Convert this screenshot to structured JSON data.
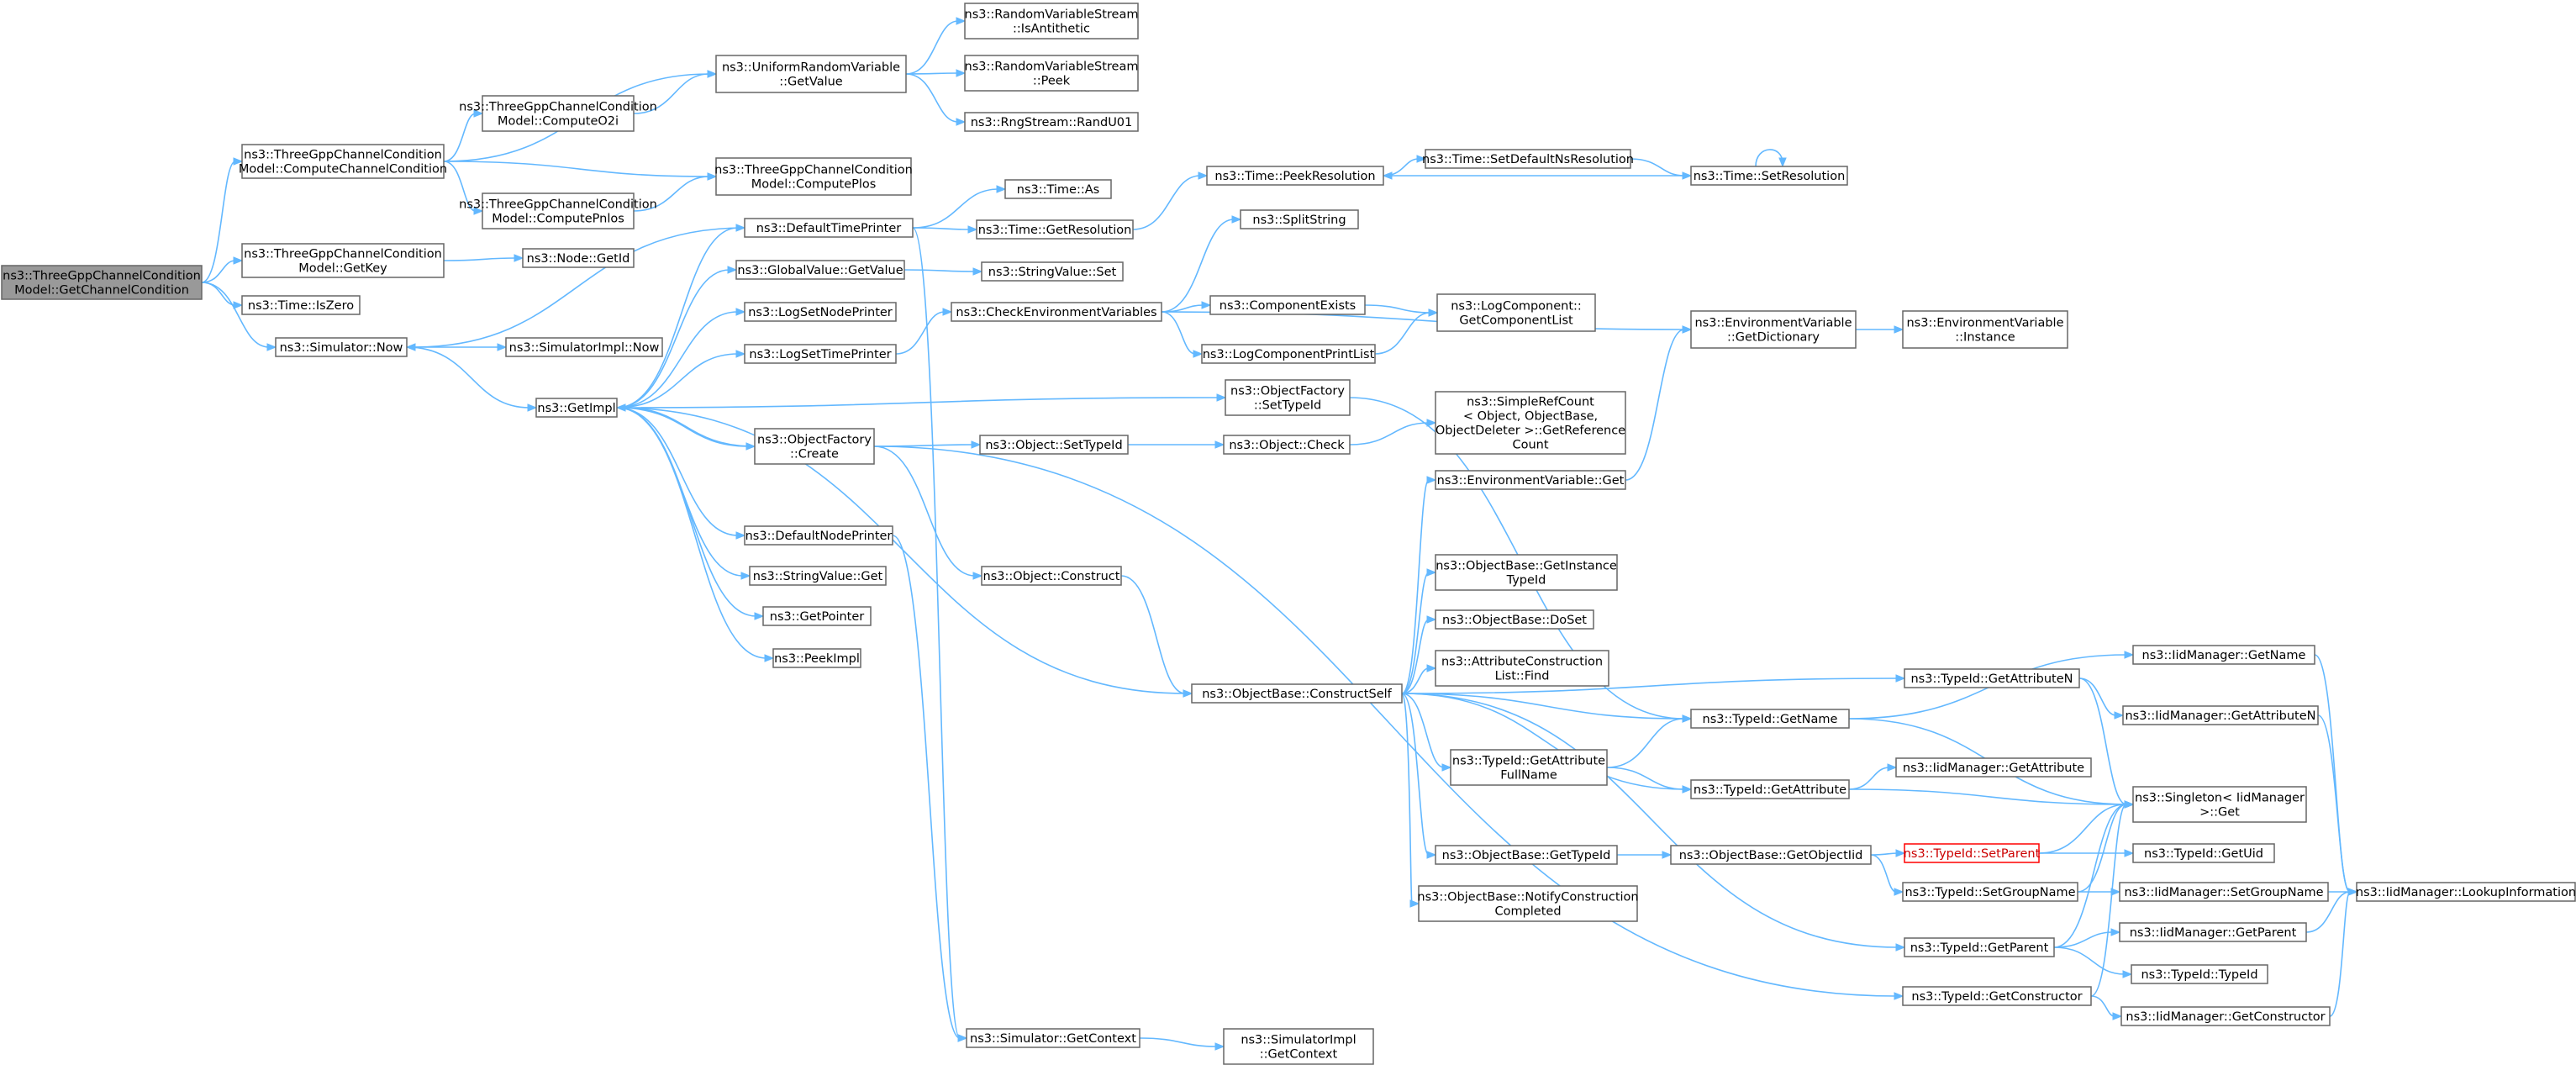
{
  "colors": {
    "edge": "#63b8ff",
    "root_fill": "#999999",
    "border": "#666666",
    "highlight_border": "#ff0000"
  },
  "nodes": {
    "n_root": {
      "lines": [
        "ns3::ThreeGppChannelCondition",
        "Model::GetChannelCondition"
      ]
    },
    "n_cc": {
      "lines": [
        "ns3::ThreeGppChannelCondition",
        "Model::ComputeChannelCondition"
      ]
    },
    "n_getkey": {
      "lines": [
        "ns3::ThreeGppChannelCondition",
        "Model::GetKey"
      ]
    },
    "n_iszero": {
      "lines": [
        "ns3::Time::IsZero"
      ]
    },
    "n_simnow": {
      "lines": [
        "ns3::Simulator::Now"
      ]
    },
    "n_o2i": {
      "lines": [
        "ns3::ThreeGppChannelCondition",
        "Model::ComputeO2i"
      ]
    },
    "n_pnlos": {
      "lines": [
        "ns3::ThreeGppChannelCondition",
        "Model::ComputePnlos"
      ]
    },
    "n_urv": {
      "lines": [
        "ns3::UniformRandomVariable",
        "::GetValue"
      ]
    },
    "n_pplos": {
      "lines": [
        "ns3::ThreeGppChannelCondition",
        "Model::ComputePlos"
      ]
    },
    "n_nodeid": {
      "lines": [
        "ns3::Node::GetId"
      ]
    },
    "n_simimplnow": {
      "lines": [
        "ns3::SimulatorImpl::Now"
      ]
    },
    "n_getimpl": {
      "lines": [
        "ns3::GetImpl"
      ]
    },
    "n_anti": {
      "lines": [
        "ns3::RandomVariableStream",
        "::IsAntithetic"
      ]
    },
    "n_peek": {
      "lines": [
        "ns3::RandomVariableStream",
        "::Peek"
      ]
    },
    "n_rand": {
      "lines": [
        "ns3::RngStream::RandU01"
      ]
    },
    "n_dtp": {
      "lines": [
        "ns3::DefaultTimePrinter"
      ]
    },
    "n_gvget": {
      "lines": [
        "ns3::GlobalValue::GetValue"
      ]
    },
    "n_lsnp": {
      "lines": [
        "ns3::LogSetNodePrinter"
      ]
    },
    "n_lstp": {
      "lines": [
        "ns3::LogSetTimePrinter"
      ]
    },
    "n_ofcreate": {
      "lines": [
        "ns3::ObjectFactory",
        "::Create"
      ]
    },
    "n_dnp": {
      "lines": [
        "ns3::DefaultNodePrinter"
      ]
    },
    "n_svget": {
      "lines": [
        "ns3::StringValue::Get"
      ]
    },
    "n_getptr": {
      "lines": [
        "ns3::GetPointer"
      ]
    },
    "n_peekimpl": {
      "lines": [
        "ns3::PeekImpl"
      ]
    },
    "n_timeas": {
      "lines": [
        "ns3::Time::As"
      ]
    },
    "n_getres": {
      "lines": [
        "ns3::Time::GetResolution"
      ]
    },
    "n_svset": {
      "lines": [
        "ns3::StringValue::Set"
      ]
    },
    "n_cev": {
      "lines": [
        "ns3::CheckEnvironmentVariables"
      ]
    },
    "n_objsettid": {
      "lines": [
        "ns3::Object::SetTypeId"
      ]
    },
    "n_objconstruct": {
      "lines": [
        "ns3::Object::Construct"
      ]
    },
    "n_simgetctx": {
      "lines": [
        "ns3::Simulator::GetContext"
      ]
    },
    "n_peekres": {
      "lines": [
        "ns3::Time::PeekResolution"
      ]
    },
    "n_setdefres": {
      "lines": [
        "ns3::Time::SetDefaultNsResolution"
      ]
    },
    "n_setres": {
      "lines": [
        "ns3::Time::SetResolution"
      ]
    },
    "n_split": {
      "lines": [
        "ns3::SplitString"
      ]
    },
    "n_compexists": {
      "lines": [
        "ns3::ComponentExists"
      ]
    },
    "n_lcpl": {
      "lines": [
        "ns3::LogComponentPrintList"
      ]
    },
    "n_lcgcl": {
      "lines": [
        "ns3::LogComponent::",
        "GetComponentList"
      ]
    },
    "n_evgetdict": {
      "lines": [
        "ns3::EnvironmentVariable",
        "::GetDictionary"
      ]
    },
    "n_evinst": {
      "lines": [
        "ns3::EnvironmentVariable",
        "::Instance"
      ]
    },
    "n_ofsettid": {
      "lines": [
        "ns3::ObjectFactory",
        "::SetTypeId"
      ]
    },
    "n_objcheck": {
      "lines": [
        "ns3::Object::Check"
      ]
    },
    "n_srcgrc": {
      "lines": [
        "ns3::SimpleRefCount",
        "< Object, ObjectBase,",
        "ObjectDeleter >::GetReference",
        "Count"
      ]
    },
    "n_evget": {
      "lines": [
        "ns3::EnvironmentVariable::Get"
      ]
    },
    "n_obgit": {
      "lines": [
        "ns3::ObjectBase::GetInstance",
        "TypeId"
      ]
    },
    "n_obdoset": {
      "lines": [
        "ns3::ObjectBase::DoSet"
      ]
    },
    "n_aclfind": {
      "lines": [
        "ns3::AttributeConstruction",
        "List::Find"
      ]
    },
    "n_obcs": {
      "lines": [
        "ns3::ObjectBase::ConstructSelf"
      ]
    },
    "n_tidgafn": {
      "lines": [
        "ns3::TypeId::GetAttribute",
        "FullName"
      ]
    },
    "n_obgtid": {
      "lines": [
        "ns3::ObjectBase::GetTypeId"
      ]
    },
    "n_obncc": {
      "lines": [
        "ns3::ObjectBase::NotifyConstruction",
        "Completed"
      ]
    },
    "n_simimplgetctx": {
      "lines": [
        "ns3::SimulatorImpl",
        "::GetContext"
      ]
    },
    "n_tidgetname": {
      "lines": [
        "ns3::TypeId::GetName"
      ]
    },
    "n_tidgetattr": {
      "lines": [
        "ns3::TypeId::GetAttribute"
      ]
    },
    "n_obgoi": {
      "lines": [
        "ns3::ObjectBase::GetObjectIid"
      ]
    },
    "n_tidgetattrn": {
      "lines": [
        "ns3::TypeId::GetAttributeN"
      ]
    },
    "n_tidsetparent": {
      "lines": [
        "ns3::TypeId::SetParent"
      ]
    },
    "n_tidsetgroup": {
      "lines": [
        "ns3::TypeId::SetGroupName"
      ]
    },
    "n_tidgetparent": {
      "lines": [
        "ns3::TypeId::GetParent"
      ]
    },
    "n_tidgetctor": {
      "lines": [
        "ns3::TypeId::GetConstructor"
      ]
    },
    "n_iidgetname": {
      "lines": [
        "ns3::IidManager::GetName"
      ]
    },
    "n_iidgetattrn": {
      "lines": [
        "ns3::IidManager::GetAttributeN"
      ]
    },
    "n_iidgetattr": {
      "lines": [
        "ns3::IidManager::GetAttribute"
      ]
    },
    "n_singleton": {
      "lines": [
        "ns3::Singleton< IidManager",
        ">::Get"
      ]
    },
    "n_tidgetuid": {
      "lines": [
        "ns3::TypeId::GetUid"
      ]
    },
    "n_iidsetgroup": {
      "lines": [
        "ns3::IidManager::SetGroupName"
      ]
    },
    "n_iidgetparent": {
      "lines": [
        "ns3::IidManager::GetParent"
      ]
    },
    "n_tidtid": {
      "lines": [
        "ns3::TypeId::TypeId"
      ]
    },
    "n_iidgetctor": {
      "lines": [
        "ns3::IidManager::GetConstructor"
      ]
    },
    "n_iidlookup": {
      "lines": [
        "ns3::IidManager::LookupInformation"
      ]
    }
  }
}
